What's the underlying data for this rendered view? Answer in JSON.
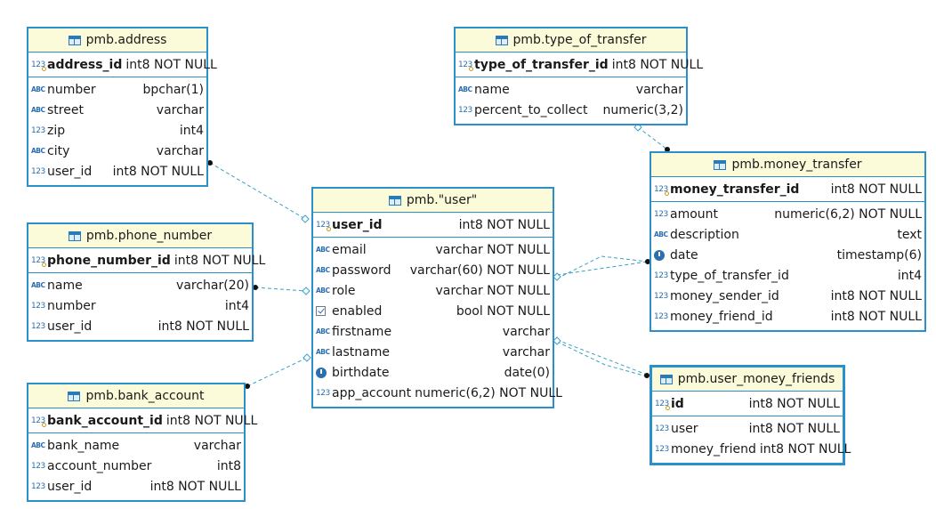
{
  "colors": {
    "border": "#2b8fc9",
    "header_bg": "#fcfbd9",
    "link": "#3aa0c8"
  },
  "tables": {
    "address": {
      "title": "pmb.address",
      "pk": {
        "name": "address_id",
        "type": "int8 NOT NULL",
        "icon": "key-number-icon"
      },
      "columns": [
        {
          "name": "number",
          "type": "bpchar(1)",
          "icon": "text-icon"
        },
        {
          "name": "street",
          "type": "varchar",
          "icon": "text-icon"
        },
        {
          "name": "zip",
          "type": "int4",
          "icon": "number-icon"
        },
        {
          "name": "city",
          "type": "varchar",
          "icon": "text-icon"
        },
        {
          "name": "user_id",
          "type": "int8 NOT NULL",
          "icon": "number-icon"
        }
      ]
    },
    "phone_number": {
      "title": "pmb.phone_number",
      "pk": {
        "name": "phone_number_id",
        "type": "int8 NOT NULL",
        "icon": "key-number-icon"
      },
      "columns": [
        {
          "name": "name",
          "type": "varchar(20)",
          "icon": "text-icon"
        },
        {
          "name": "number",
          "type": "int4",
          "icon": "number-icon"
        },
        {
          "name": "user_id",
          "type": "int8 NOT NULL",
          "icon": "number-icon"
        }
      ]
    },
    "bank_account": {
      "title": "pmb.bank_account",
      "pk": {
        "name": "bank_account_id",
        "type": "int8 NOT NULL",
        "icon": "key-number-icon"
      },
      "columns": [
        {
          "name": "bank_name",
          "type": "varchar",
          "icon": "text-icon"
        },
        {
          "name": "account_number",
          "type": "int8",
          "icon": "number-icon"
        },
        {
          "name": "user_id",
          "type": "int8 NOT NULL",
          "icon": "number-icon"
        }
      ]
    },
    "user": {
      "title": "pmb.\"user\"",
      "pk": {
        "name": "user_id",
        "type": "int8 NOT NULL",
        "icon": "key-number-icon"
      },
      "columns": [
        {
          "name": "email",
          "type": "varchar NOT NULL",
          "icon": "text-icon"
        },
        {
          "name": "password",
          "type": "varchar(60) NOT NULL",
          "icon": "text-icon"
        },
        {
          "name": "role",
          "type": "varchar NOT NULL",
          "icon": "text-icon"
        },
        {
          "name": "enabled",
          "type": "bool NOT NULL",
          "icon": "checkbox-icon"
        },
        {
          "name": "firstname",
          "type": "varchar",
          "icon": "text-icon"
        },
        {
          "name": "lastname",
          "type": "varchar",
          "icon": "text-icon"
        },
        {
          "name": "birthdate",
          "type": "date(0)",
          "icon": "clock-icon"
        },
        {
          "name": "app_account",
          "type": "numeric(6,2) NOT NULL",
          "icon": "number-icon"
        }
      ]
    },
    "type_of_transfer": {
      "title": "pmb.type_of_transfer",
      "pk": {
        "name": "type_of_transfer_id",
        "type": "int8 NOT NULL",
        "icon": "key-number-icon"
      },
      "columns": [
        {
          "name": "name",
          "type": "varchar",
          "icon": "text-icon"
        },
        {
          "name": "percent_to_collect",
          "type": "numeric(3,2)",
          "icon": "number-icon"
        }
      ]
    },
    "money_transfer": {
      "title": "pmb.money_transfer",
      "pk": {
        "name": "money_transfer_id",
        "type": "int8 NOT NULL",
        "icon": "key-number-icon"
      },
      "columns": [
        {
          "name": "amount",
          "type": "numeric(6,2) NOT NULL",
          "icon": "number-icon"
        },
        {
          "name": "description",
          "type": "text",
          "icon": "text-icon"
        },
        {
          "name": "date",
          "type": "timestamp(6)",
          "icon": "clock-icon"
        },
        {
          "name": "type_of_transfer_id",
          "type": "int4",
          "icon": "number-icon"
        },
        {
          "name": "money_sender_id",
          "type": "int8 NOT NULL",
          "icon": "number-icon"
        },
        {
          "name": "money_friend_id",
          "type": "int8 NOT NULL",
          "icon": "number-icon"
        }
      ]
    },
    "user_money_friends": {
      "title": "pmb.user_money_friends",
      "pk": {
        "name": "id",
        "type": "int8 NOT NULL",
        "icon": "key-number-icon"
      },
      "columns": [
        {
          "name": "user",
          "type": "int8 NOT NULL",
          "icon": "number-icon"
        },
        {
          "name": "money_friend",
          "type": "int8 NOT NULL",
          "icon": "number-icon"
        }
      ]
    }
  }
}
